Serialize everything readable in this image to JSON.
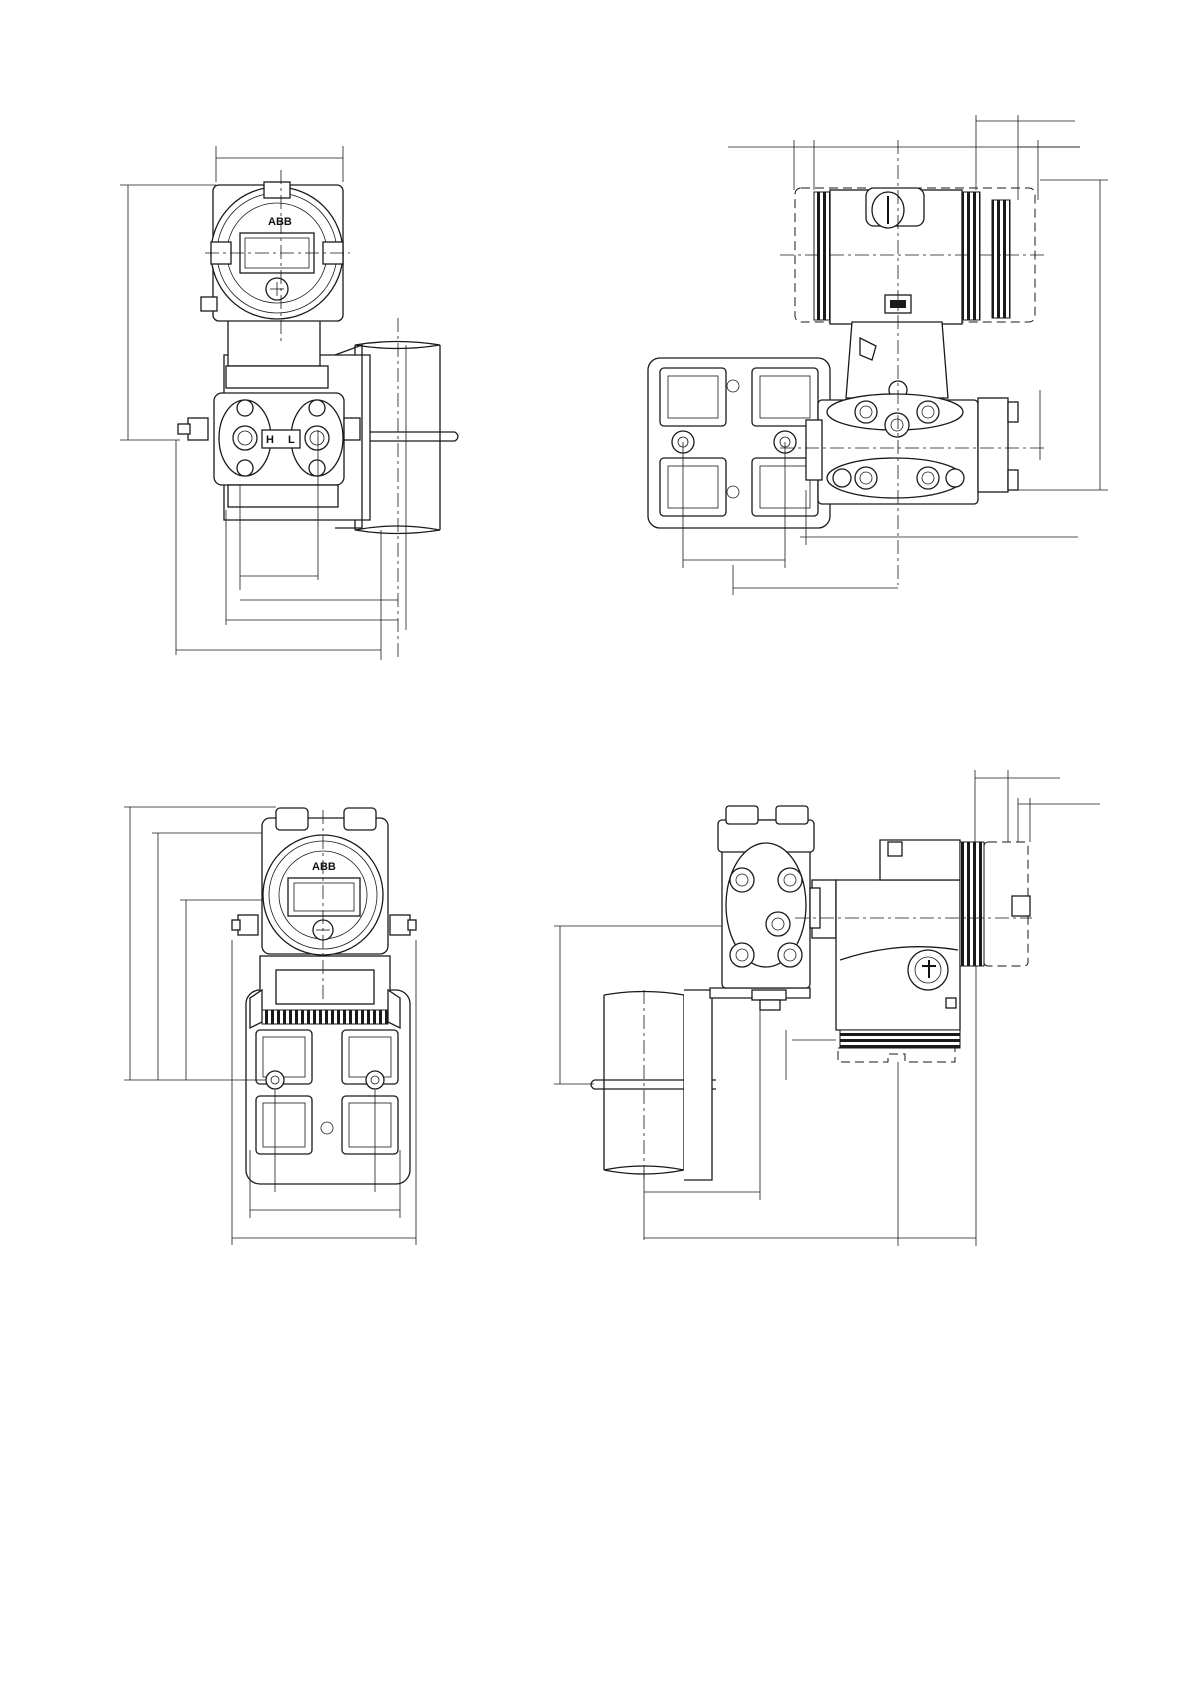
{
  "drawing": {
    "views": [
      {
        "id": "top-left"
      },
      {
        "id": "top-right"
      },
      {
        "id": "bottom-left"
      },
      {
        "id": "bottom-right"
      }
    ],
    "labels": {
      "logo": "ABB",
      "port_high": "H",
      "port_low": "L"
    },
    "colors": {
      "line": "#1a1a1a",
      "background": "#ffffff"
    }
  }
}
